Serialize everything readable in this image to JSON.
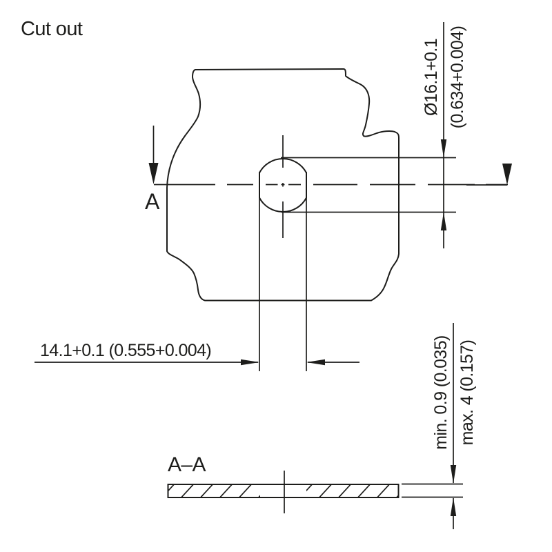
{
  "title": "Cut out",
  "colors": {
    "line": "#1d1d1b",
    "background": "#ffffff"
  },
  "main_view": {
    "diameter_dim_metric": "Ø16.1+0.1",
    "diameter_dim_imperial": "(0.634+0.004)",
    "width_dim": "14.1+0.1 (0.555+0.004)",
    "section_cut_label": "A"
  },
  "section_view": {
    "label": "A–A",
    "thickness_min": "min. 0.9 (0.035)",
    "thickness_max": "max. 4 (0.157)"
  }
}
